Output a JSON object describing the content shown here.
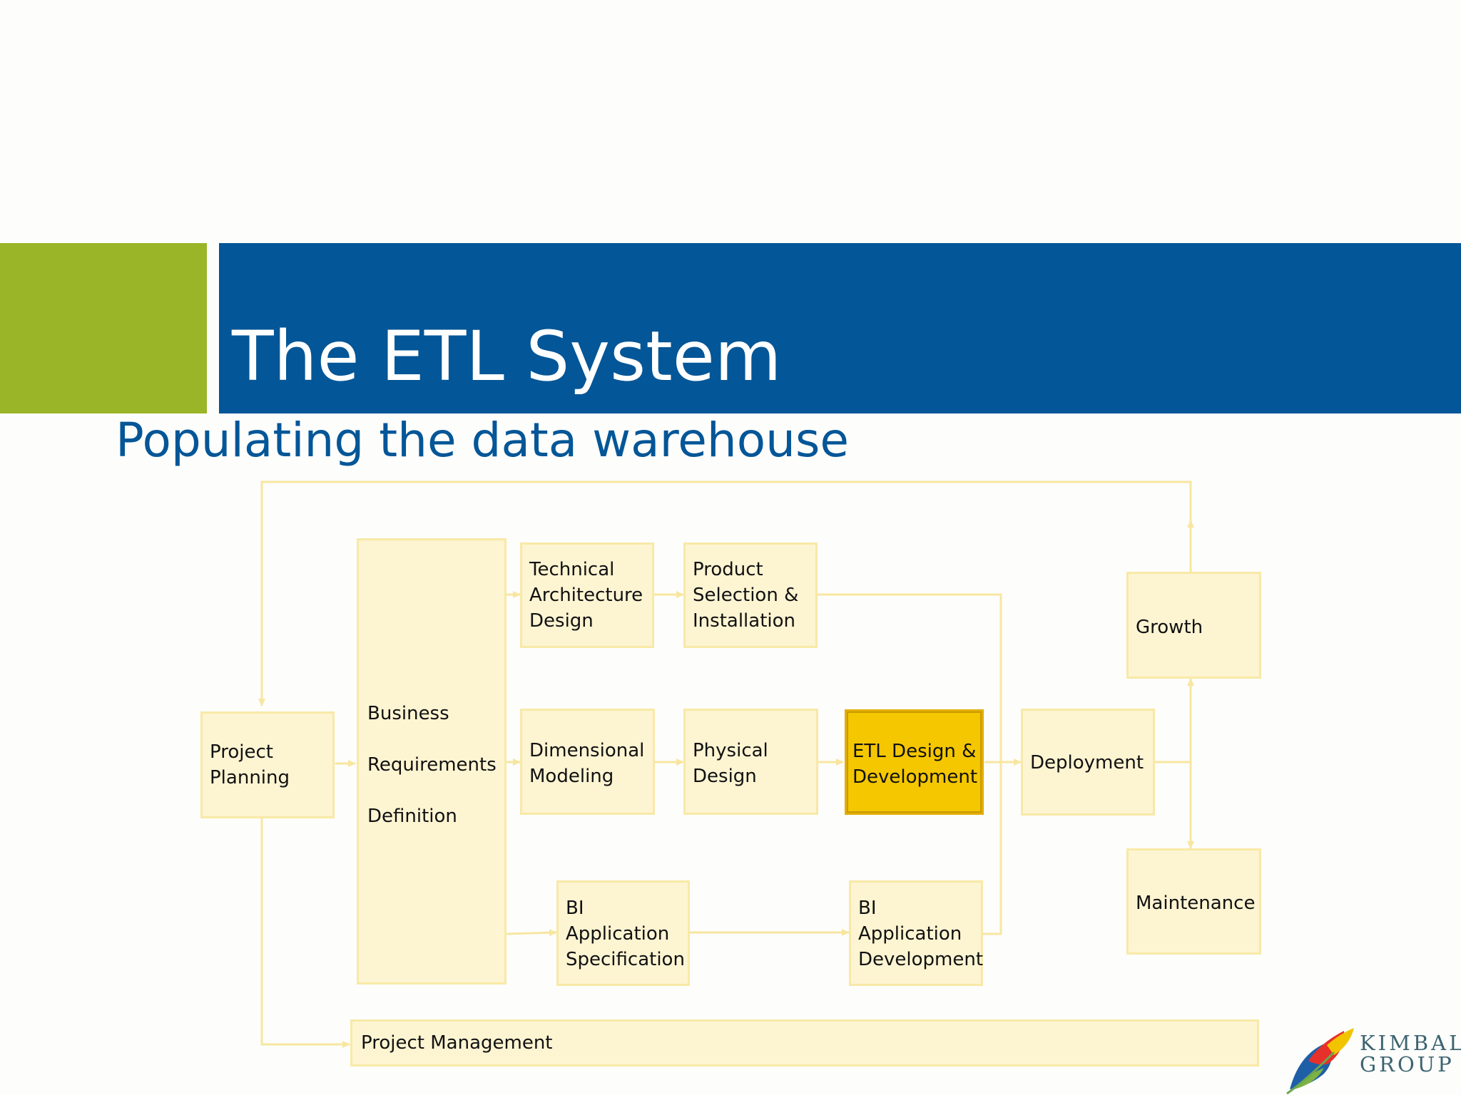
{
  "slide": {
    "title": "The ETL System",
    "subtitle": "Populating the data warehouse"
  },
  "colors": {
    "accent_green": "#9bb528",
    "accent_blue": "#035697",
    "box_fill": "#fdf4d2",
    "box_border": "#f8e9a6",
    "highlight_fill": "#f5c700",
    "connector": "#f8e6a0"
  },
  "diagram": {
    "boxes": {
      "project_planning": "Project\nPlanning",
      "business_requirements": "Business\n\nRequirements\n\nDefinition",
      "technical_architecture": "Technical\nArchitecture\nDesign",
      "product_selection": "Product\nSelection &\nInstallation",
      "dimensional_modeling": "Dimensional\nModeling",
      "physical_design": "Physical\nDesign",
      "etl_design": "ETL Design &\nDevelopment",
      "bi_app_spec": "BI\nApplication\nSpecification",
      "bi_app_dev": "BI\nApplication\nDevelopment",
      "deployment": "Deployment",
      "growth": "Growth",
      "maintenance": "Maintenance",
      "project_management": "Project Management"
    },
    "highlighted": "etl_design"
  },
  "logo": {
    "line1": "KIMBALL",
    "line2": "GROUP",
    "icon": "leaf-logo-icon"
  }
}
